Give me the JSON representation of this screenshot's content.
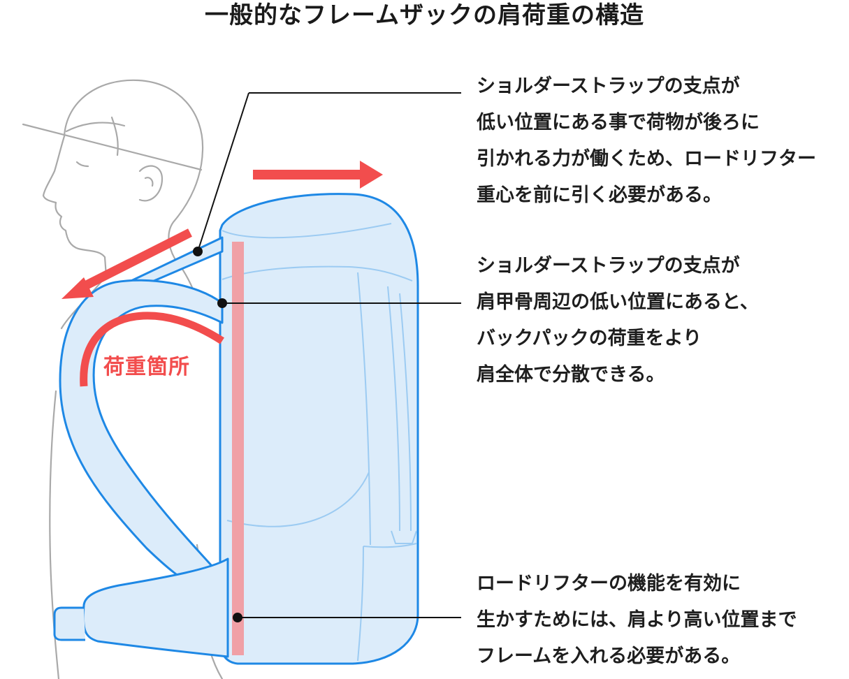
{
  "title": "一般的なフレームザックの肩荷重の構造",
  "load_label": "荷重箇所",
  "annotations": [
    {
      "lines": [
        "ショルダーストラップの支点が",
        "低い位置にある事で荷物が後ろに",
        "引かれる力が働くため、ロードリフター",
        "重心を前に引く必要がある。"
      ]
    },
    {
      "lines": [
        "ショルダーストラップの支点が",
        "肩甲骨周辺の低い位置にあると、",
        "バックパックの荷重をより",
        "肩全体で分散できる。"
      ]
    },
    {
      "lines": [
        "ロードリフターの機能を有効に",
        "生かすためには、肩より高い位置まで",
        "フレームを入れる必要がある。"
      ]
    }
  ],
  "colors": {
    "pack_fill": "#dcecfa",
    "pack_stroke": "#1e88e5",
    "pack_detail": "#9ccbf2",
    "frame": "#f0a0a6",
    "arrow": "#f24d4d",
    "person": "#a9a9a9",
    "leader": "#111111"
  },
  "icons": [
    "person-figure",
    "backpack-illustration",
    "arrow-right-icon",
    "arrow-down-left-icon",
    "load-arc"
  ]
}
